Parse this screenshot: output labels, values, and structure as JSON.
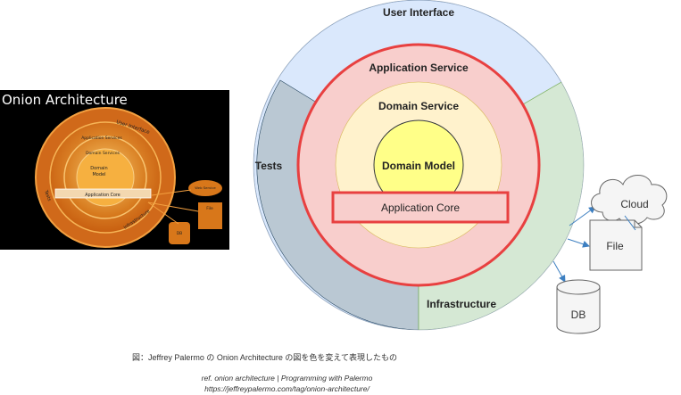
{
  "thumbnail": {
    "title": "Onion Architecture",
    "labels": {
      "user_interface": "User Interface",
      "application_services": "Application Services",
      "domain_services": "Domain Services",
      "domain_model_line1": "Domain",
      "domain_model_line2": "Model",
      "application_core": "Application Core",
      "tests": "Tests",
      "infrastructure": "Infrastructure",
      "web_service": "Web Service",
      "file": "File",
      "db": "DB"
    }
  },
  "diagram": {
    "user_interface": "User Interface",
    "application_service": "Application Service",
    "domain_service": "Domain Service",
    "domain_model": "Domain Model",
    "application_core": "Application Core",
    "tests": "Tests",
    "infrastructure": "Infrastructure",
    "cloud": "Cloud",
    "file": "File",
    "db": "DB",
    "colors": {
      "user_interface": "#dae8fc",
      "tests": "#bac8d3",
      "infrastructure": "#d5e8d4",
      "application_service": "#f8cecc",
      "application_service_border": "#e84040",
      "domain_service": "#fff2cc",
      "domain_model": "#ffff88",
      "application_core_fill": "#f8cecc",
      "arrow": "#3d7fc1"
    }
  },
  "caption": {
    "main": "図：Jeffrey Palermo の Onion Architecture の図を色を変えて表現したもの",
    "ref": "ref. onion architecture | Programming with Palermo",
    "url": "https://jeffreypalermo.com/tag/onion-architecture/"
  }
}
